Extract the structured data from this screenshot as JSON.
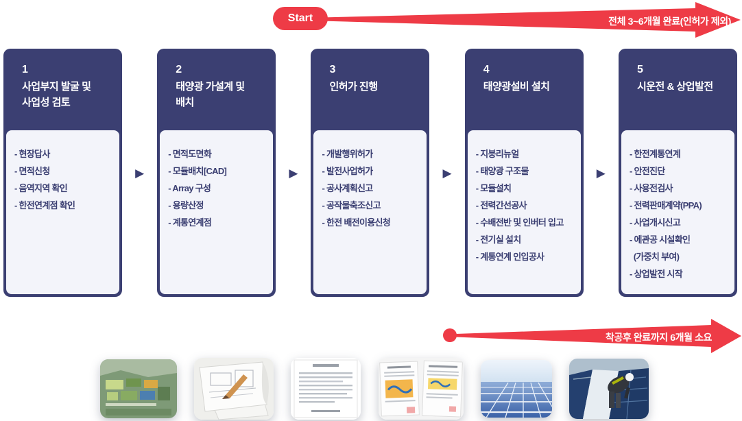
{
  "colors": {
    "red": "#ee3b46",
    "navy": "#3b3f72",
    "card_body": "#f3f4fa"
  },
  "top_arrow": {
    "start_label": "Start",
    "label": "전체 3~6개월 완료(인허가 제외)"
  },
  "bottom_arrow": {
    "label": "착공후 완료까지 6개월 소요"
  },
  "step_arrow_icon": "▶",
  "steps": [
    {
      "number": "1",
      "title_lines": [
        "사업부지 발굴 및",
        "사업성 검토"
      ],
      "items": [
        "- 현장답사",
        "- 면적신청",
        "- 음역지역 확인",
        "- 한전연계점 확인"
      ]
    },
    {
      "number": "2",
      "title_lines": [
        "태양광 가설계 및",
        "배치"
      ],
      "items": [
        "- 면적도면화",
        "- 모듈배치[CAD]",
        "- Array 구성",
        "- 용량산정",
        "- 계통연계점"
      ]
    },
    {
      "number": "3",
      "title_lines": [
        "인허가 진행"
      ],
      "items": [
        "- 개발행위허가",
        "- 발전사업허가",
        "- 공사계획신고",
        "- 공작물축조신고",
        "- 한전 배전이용신청"
      ]
    },
    {
      "number": "4",
      "title_lines": [
        "태양광설비 설치"
      ],
      "items": [
        "- 지붕리뉴얼",
        "- 태양광 구조물",
        "- 모듈설치",
        "- 전력간선공사",
        "- 수배전반 및 인버터 입고",
        "- 전기실 설치",
        "- 계통연계 인입공사"
      ]
    },
    {
      "number": "5",
      "title_lines": [
        "시운전 & 상업발전"
      ],
      "items": [
        "- 한전계통연계",
        "- 안전진단",
        "- 사용전검사",
        "- 전력판매계약(PPA)",
        "- 사업개시신고",
        "- 에관공 시설확인",
        "  (가중치 부여)",
        "- 상업발전 시작"
      ]
    }
  ],
  "thumbnails": [
    {
      "name": "aerial-site-photo"
    },
    {
      "name": "blueprint-drawing-photo"
    },
    {
      "name": "contract-document-photo"
    },
    {
      "name": "permit-certificates-photo"
    },
    {
      "name": "solar-panel-field-photo"
    },
    {
      "name": "panel-installation-worker-photo"
    }
  ]
}
